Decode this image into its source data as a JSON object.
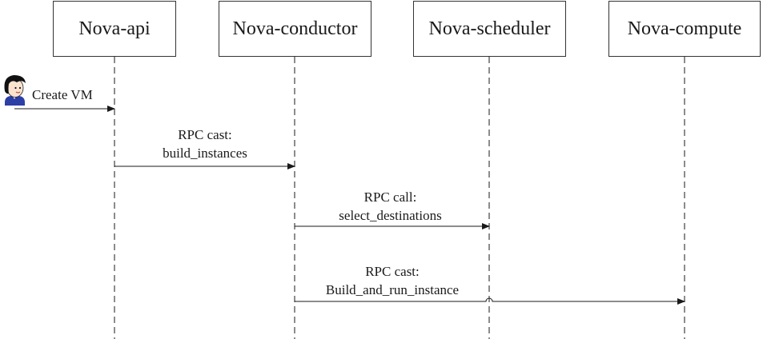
{
  "lifelines": {
    "api": "Nova-api",
    "conductor": "Nova-conductor",
    "scheduler": "Nova-scheduler",
    "compute": "Nova-compute"
  },
  "actor": {
    "icon": "user-avatar-icon"
  },
  "messages": [
    {
      "from": "user",
      "to": "Nova-api",
      "line1": "Create VM",
      "line2": ""
    },
    {
      "from": "Nova-api",
      "to": "Nova-conductor",
      "line1": "RPC cast:",
      "line2": "build_instances"
    },
    {
      "from": "Nova-conductor",
      "to": "Nova-scheduler",
      "line1": "RPC call:",
      "line2": "select_destinations"
    },
    {
      "from": "Nova-conductor",
      "to": "Nova-compute",
      "line1": "RPC cast:",
      "line2": "Build_and_run_instance"
    }
  ],
  "colors": {
    "line": "#1a1a1a",
    "box_border": "#333333",
    "hair": "#111111",
    "skin": "#fbe3cf",
    "shirt": "#2b3fa6"
  }
}
